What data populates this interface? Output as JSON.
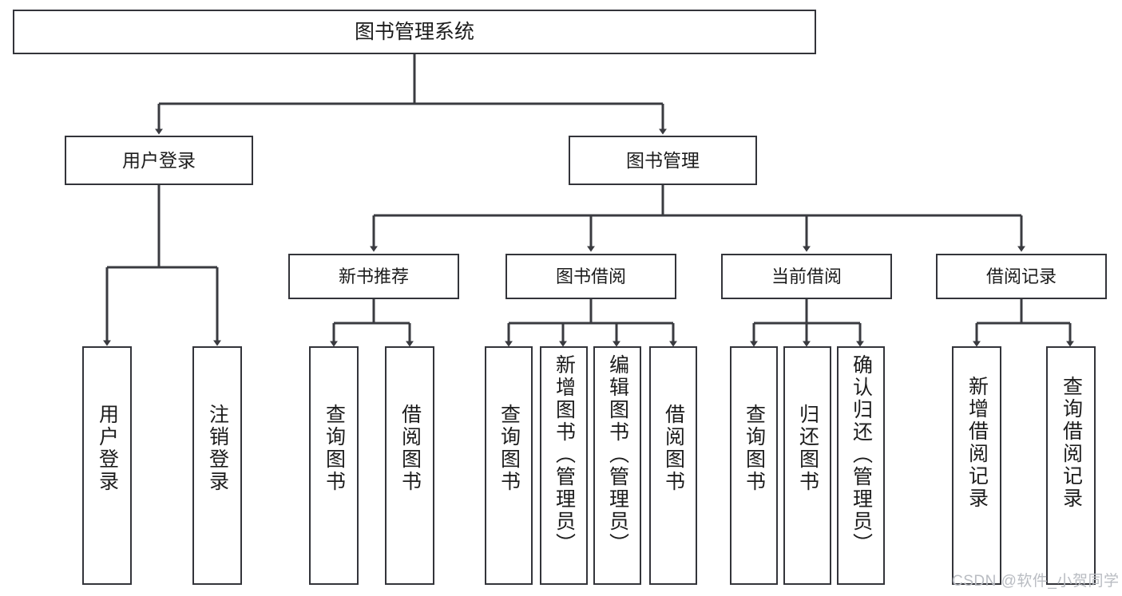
{
  "diagram": {
    "type": "tree",
    "title": "图书管理系统",
    "orientation": "top-down",
    "colors": {
      "box_border": "#33343a",
      "box_fill": "#ffffff",
      "connector": "#3a3b40",
      "text": "#1c1c1c",
      "watermark": "#b9bcc2",
      "background": "#ffffff"
    },
    "root": {
      "label": "图书管理系统"
    },
    "tier2": [
      {
        "label": "用户登录"
      },
      {
        "label": "图书管理"
      }
    ],
    "tier3": [
      {
        "label": "新书推荐"
      },
      {
        "label": "图书借阅"
      },
      {
        "label": "当前借阅"
      },
      {
        "label": "借阅记录"
      }
    ],
    "leaves": {
      "user_login": [
        {
          "label": "用户登录"
        },
        {
          "label": "注销登录"
        }
      ],
      "new_book_recommend": [
        {
          "label": "查询图书"
        },
        {
          "label": "借阅图书"
        }
      ],
      "book_borrow": [
        {
          "label": "查询图书"
        },
        {
          "label": "新增图书（管理员）"
        },
        {
          "label": "编辑图书（管理员）"
        },
        {
          "label": "借阅图书"
        }
      ],
      "current_borrow": [
        {
          "label": "查询图书"
        },
        {
          "label": "归还图书"
        },
        {
          "label": "确认归还（管理员）"
        }
      ],
      "borrow_record": [
        {
          "label": "新增借阅记录"
        },
        {
          "label": "查询借阅记录"
        }
      ]
    },
    "watermark": "CSDN @软件_小贺同学"
  }
}
